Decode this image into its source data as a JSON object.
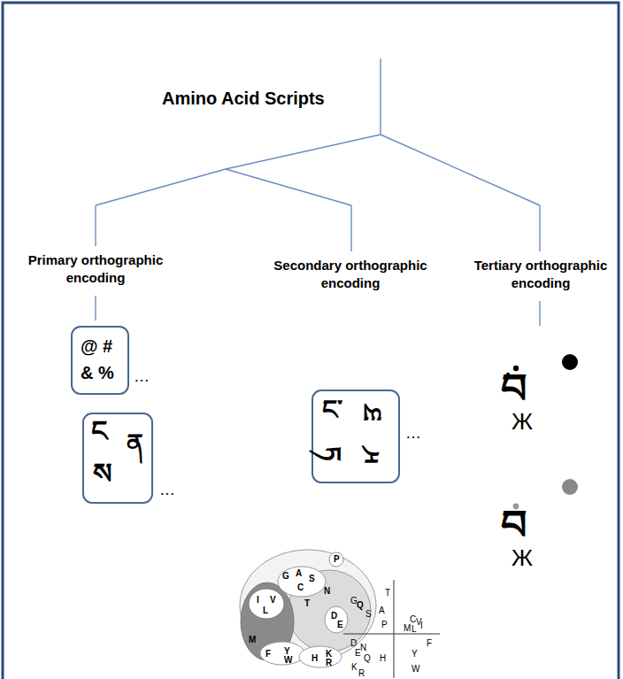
{
  "diagram": {
    "title": "Amino Acid Scripts",
    "nodes": [
      {
        "text": [
          "@ #",
          "& %"
        ]
      },
      {
        "text": [
          "ང",
          "ན",
          "ས"
        ]
      },
      {
        "text": [
          "ང་",
          "ཡ",
          "ཏ",
          "ར"
        ]
      }
    ],
    "labels": [
      "Primary orthographic encoding",
      "Secondary orthographic encoding",
      "Tertiary orthographic encoding",
      "…",
      "…",
      "…",
      "བ",
      "Ж",
      "བ",
      "Ж",
      "P",
      "G",
      "A",
      "S",
      "C",
      "T",
      "N",
      "D",
      "E",
      "Q",
      "I",
      "V",
      "L",
      "M",
      "F",
      "Y",
      "W",
      "H",
      "K",
      "R",
      "G",
      "S",
      "A",
      "T",
      "P",
      "C",
      "V",
      "M",
      "L",
      "I",
      "D",
      "N",
      "E",
      "Q",
      "H",
      "F",
      "Y",
      "W",
      "K",
      "R"
    ]
  }
}
